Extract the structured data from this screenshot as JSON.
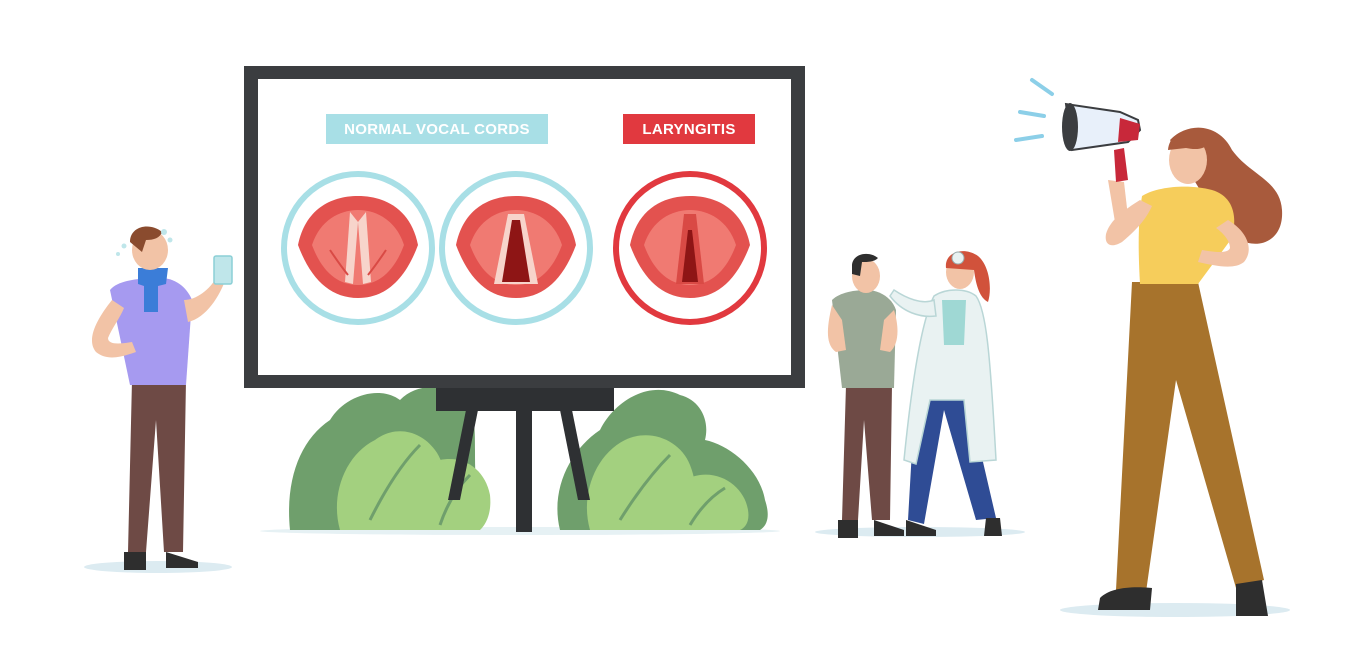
{
  "board": {
    "normal_label": "NORMAL VOCAL CORDS",
    "laryngitis_label": "LARYNGITIS"
  },
  "colors": {
    "board_frame": "#3b3d40",
    "normal_tag": "#a8dfe6",
    "laryngitis_tag": "#e1393f",
    "normal_ring": "#a8dfe6",
    "laryngitis_ring": "#e1393f",
    "tissue": "#e3524f",
    "foliage_dark": "#6f9f6c",
    "foliage_light": "#a3d07f"
  },
  "illustrations": {
    "sick_man": "man-with-scarf-and-water-glass",
    "patient": "patient-man",
    "doctor": "doctor-with-head-mirror",
    "woman": "woman-with-megaphone"
  }
}
